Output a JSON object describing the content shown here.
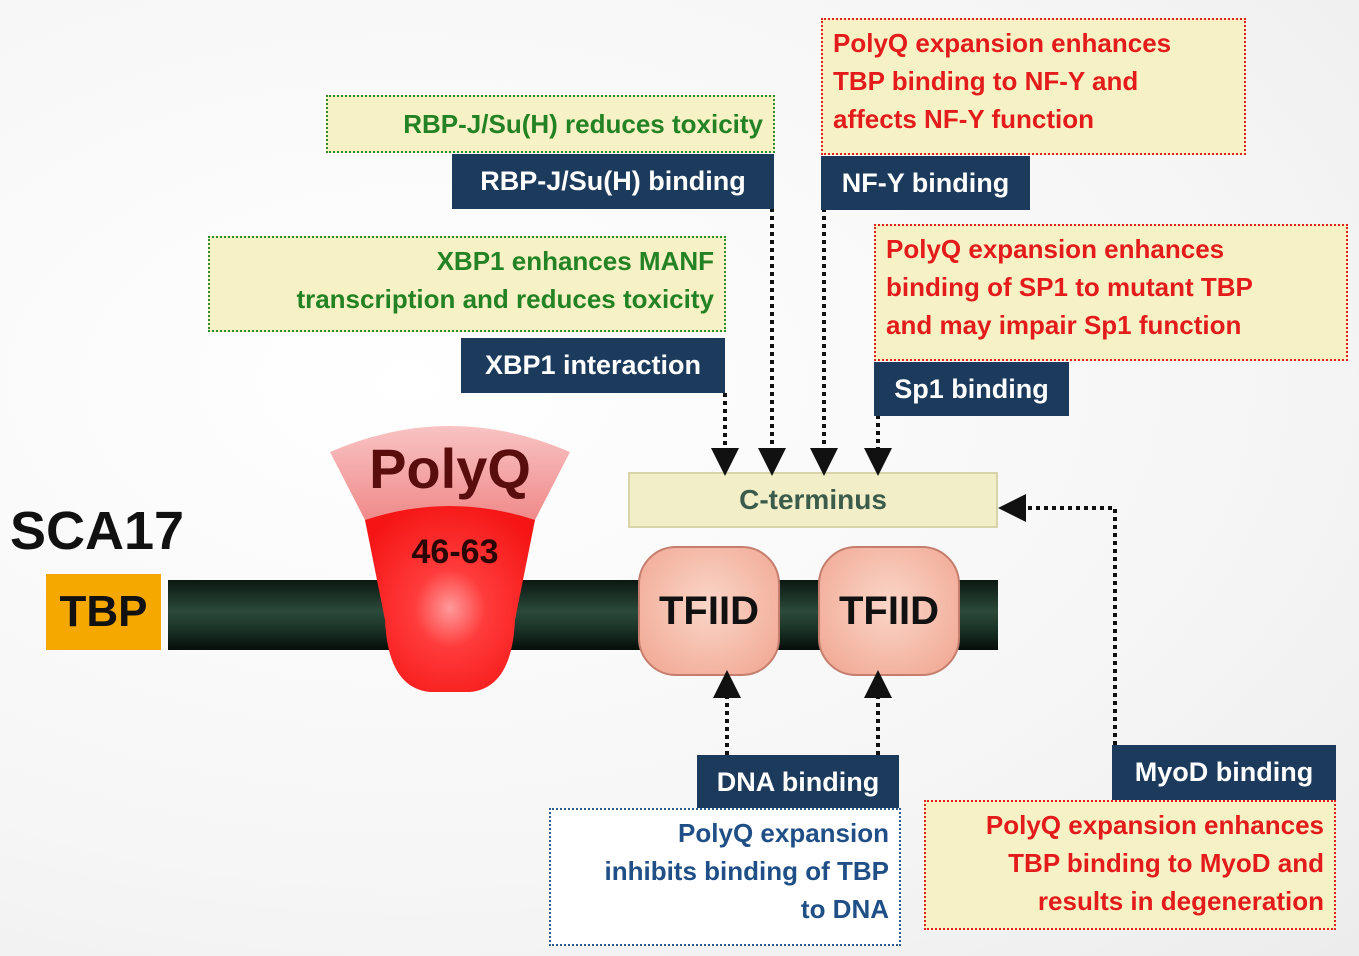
{
  "title": "SCA17",
  "gene": "TBP",
  "polyq": {
    "label": "PolyQ",
    "range": "46-63"
  },
  "domains": {
    "c_terminus": "C-terminus",
    "tfiid_1": "TFIID",
    "tfiid_2": "TFIID"
  },
  "interactions": {
    "rbpj": {
      "label": "RBP-J/Su(H) binding",
      "note": [
        "RBP-J/Su(H) reduces toxicity"
      ]
    },
    "xbp1": {
      "label": "XBP1 interaction",
      "note": [
        "XBP1 enhances  MANF",
        "transcription and reduces toxicity"
      ]
    },
    "nfy": {
      "label": "NF-Y binding",
      "note": [
        "PolyQ expansion enhances",
        "TBP binding to NF-Y and",
        "affects NF-Y function"
      ]
    },
    "sp1": {
      "label": "Sp1 binding",
      "note": [
        "PolyQ expansion enhances",
        "binding of SP1 to mutant TBP",
        "and may impair Sp1 function"
      ]
    },
    "dna": {
      "label": "DNA binding",
      "note": [
        "PolyQ expansion",
        "inhibits binding of TBP",
        "to DNA"
      ]
    },
    "myod": {
      "label": "MyoD binding",
      "note": [
        "PolyQ expansion enhances",
        "TBP binding to MyoD and",
        "results in degeneration"
      ]
    }
  },
  "colors": {
    "label_bg": "#1b3a5c",
    "tbp_box": "#f5a800",
    "green_text": "#238223",
    "red_text": "#e31b1b",
    "blue_text": "#1f4f86",
    "polyq_red": "#ff1a1a"
  }
}
